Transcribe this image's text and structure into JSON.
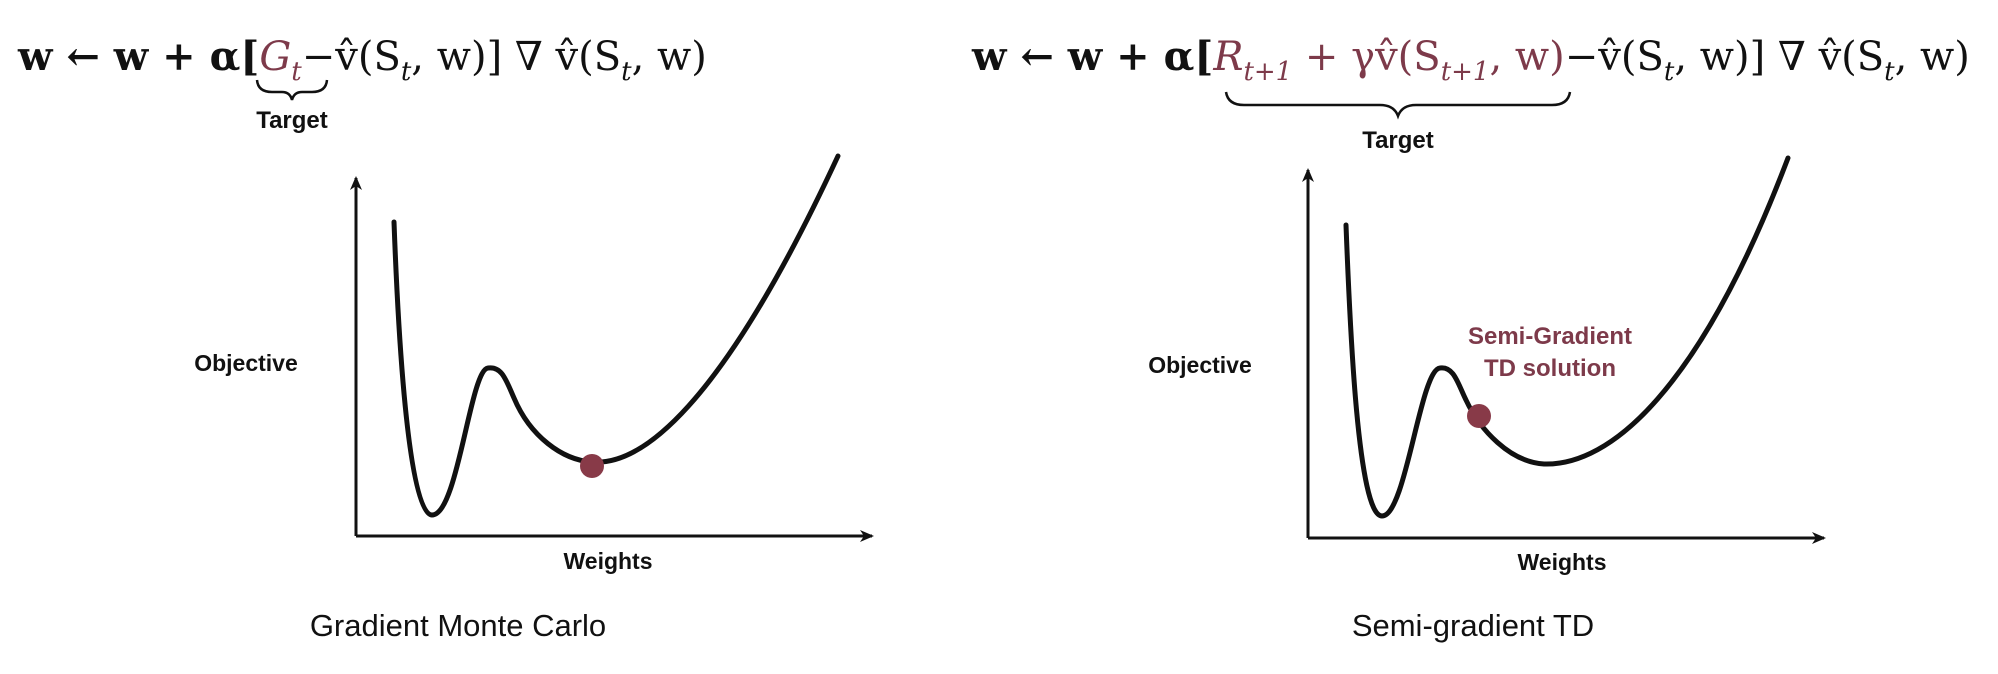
{
  "colors": {
    "ink": "#111111",
    "accent": "#7d3a4a",
    "point": "#883a48"
  },
  "panels": [
    {
      "caption": "Gradient Monte Carlo",
      "equation": {
        "lhs": "w ← w + α[",
        "target": "G",
        "target_sub": "t",
        "rest": "−v̂(S",
        "rest_sub": "t",
        "rest_tail": ", w)] ∇ v̂(S",
        "tail_sub": "t",
        "tail_end": ", w)"
      },
      "target_label": "Target",
      "y_label": "Objective",
      "x_label": "Weights",
      "point_label": ""
    },
    {
      "caption": "Semi-gradient TD",
      "equation": {
        "lhs": "w ← w + α[",
        "target": "R",
        "target_sub": "t+1",
        "target_mid": " + γv̂(S",
        "target_mid_sub": "t+1",
        "target_end": ", w)",
        "rest": "−v̂(S",
        "rest_sub": "t",
        "rest_tail": ", w)] ∇ v̂(S",
        "tail_sub": "t",
        "tail_end": ", w)"
      },
      "target_label": "Target",
      "y_label": "Objective",
      "x_label": "Weights",
      "point_label_line1": "Semi-Gradient",
      "point_label_line2": "TD solution"
    }
  ]
}
